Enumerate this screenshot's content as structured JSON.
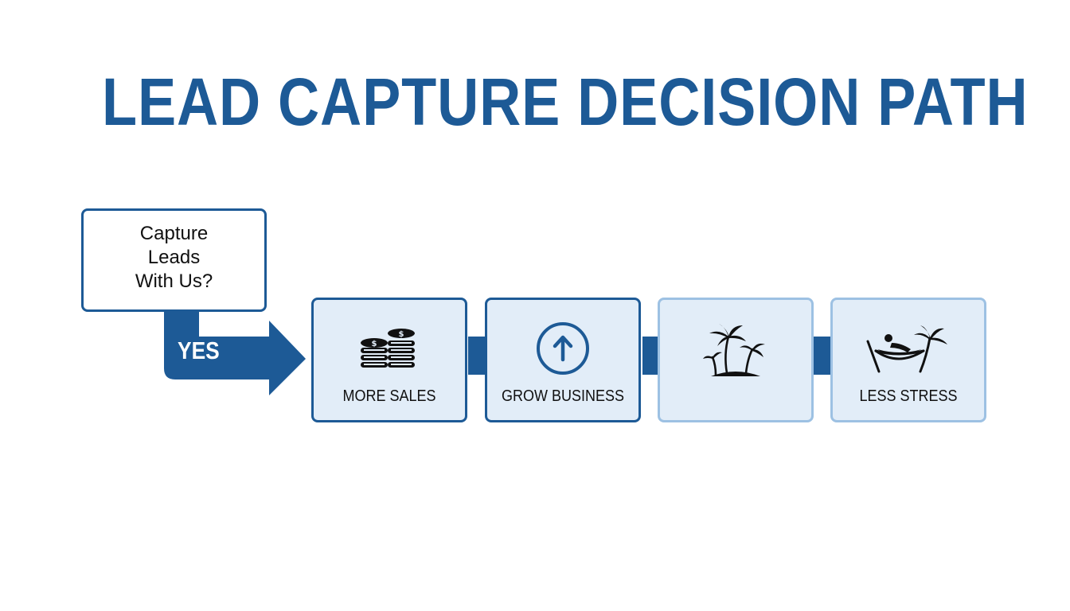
{
  "title": "LEAD CAPTURE DECISION PATH",
  "question": {
    "text": "Capture\nLeads\nWith Us?"
  },
  "decision": {
    "label": "YES"
  },
  "steps": [
    {
      "label": "MORE SALES",
      "icon": "coin-stacks-dollar-icon"
    },
    {
      "label": "GROW BUSINESS",
      "icon": "arrow-up-circle-icon"
    },
    {
      "label": "",
      "icon": "palm-tree-island-icon"
    },
    {
      "label": "LESS STRESS",
      "icon": "hammock-palm-icon"
    }
  ],
  "colors": {
    "primary": "#1d5a96",
    "light_border": "#9dc1e3",
    "card_fill": "#e2edf8",
    "text": "#111111"
  }
}
